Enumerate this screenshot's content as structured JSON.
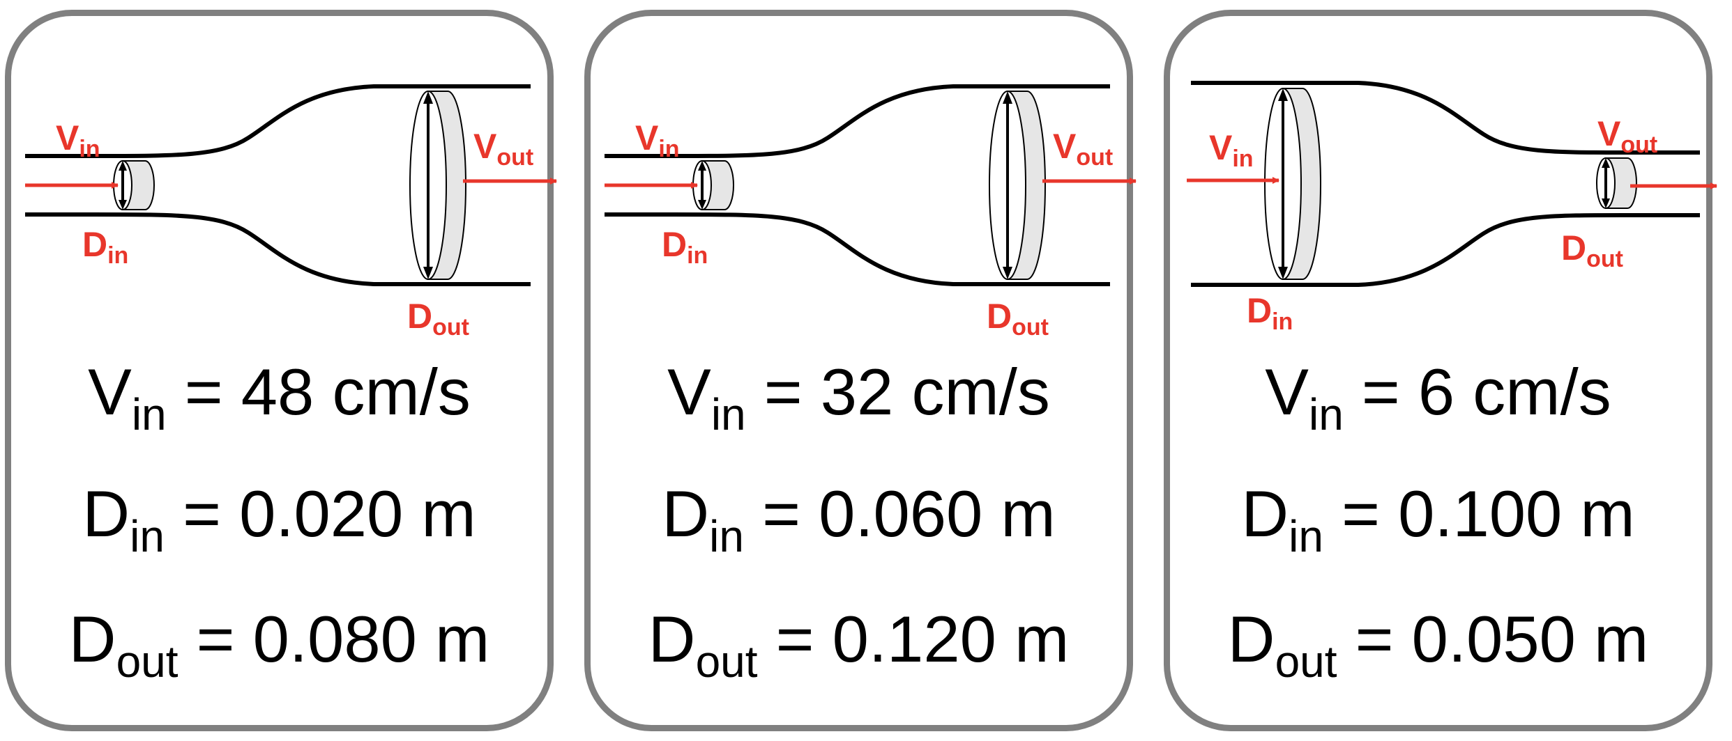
{
  "colors": {
    "frame": "#808080",
    "label_red": "#e8362b",
    "pipe": "#000000",
    "disc_fill": "#e6e6e6"
  },
  "labels": {
    "v_letter": "V",
    "d_letter": "D",
    "in_sub": "in",
    "out_sub": "out"
  },
  "panels": [
    {
      "id": "panel-1",
      "flow": "expanding",
      "v_in": {
        "prefix": "V",
        "sub": "in",
        "text": " = 48 cm/s"
      },
      "d_in": {
        "prefix": "D",
        "sub": "in",
        "text": " = 0.020 m"
      },
      "d_out": {
        "prefix": "D",
        "sub": "out",
        "text": " = 0.080 m"
      }
    },
    {
      "id": "panel-2",
      "flow": "expanding",
      "v_in": {
        "prefix": "V",
        "sub": "in",
        "text": " = 32 cm/s"
      },
      "d_in": {
        "prefix": "D",
        "sub": "in",
        "text": " = 0.060 m"
      },
      "d_out": {
        "prefix": "D",
        "sub": "out",
        "text": " = 0.120 m"
      }
    },
    {
      "id": "panel-3",
      "flow": "contracting",
      "v_in": {
        "prefix": "V",
        "sub": "in",
        "text": " = 6 cm/s"
      },
      "d_in": {
        "prefix": "D",
        "sub": "in",
        "text": " = 0.100 m"
      },
      "d_out": {
        "prefix": "D",
        "sub": "out",
        "text": " = 0.050 m"
      }
    }
  ]
}
